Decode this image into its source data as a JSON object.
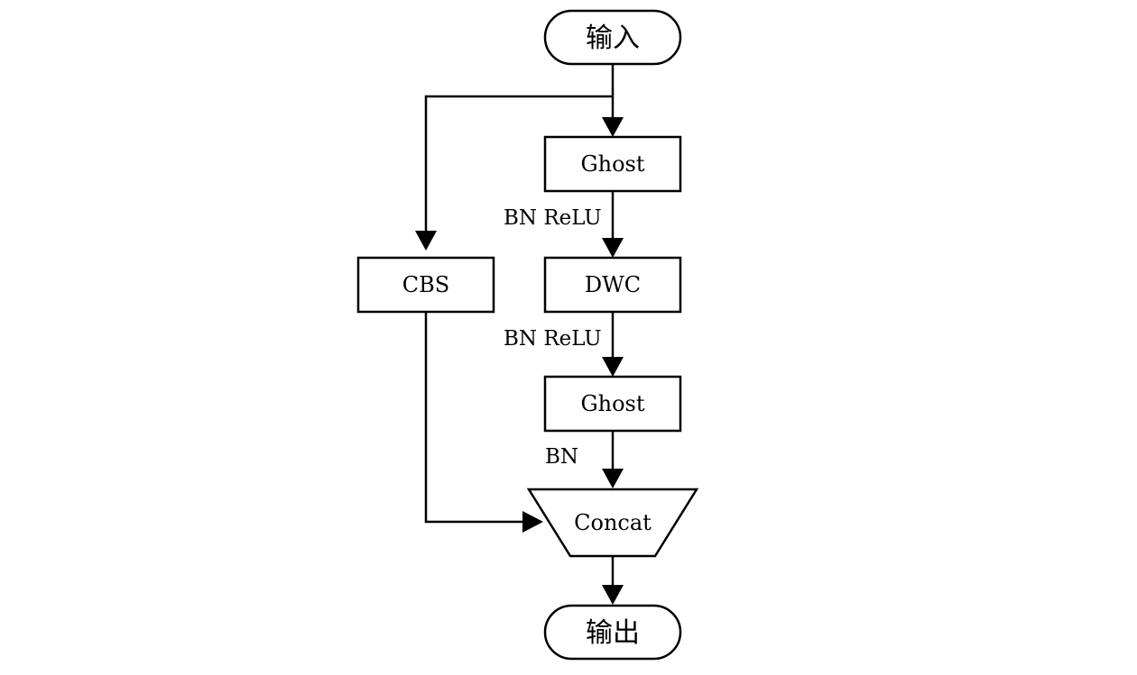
{
  "diagram": {
    "nodes": {
      "input": "输入",
      "ghost1": "Ghost",
      "cbs": "CBS",
      "dwc": "DWC",
      "ghost2": "Ghost",
      "concat": "Concat",
      "output": "输出"
    },
    "edge_labels": {
      "ghost1_to_dwc": "BN ReLU",
      "dwc_to_ghost2": "BN ReLU",
      "ghost2_to_concat": "BN"
    }
  }
}
